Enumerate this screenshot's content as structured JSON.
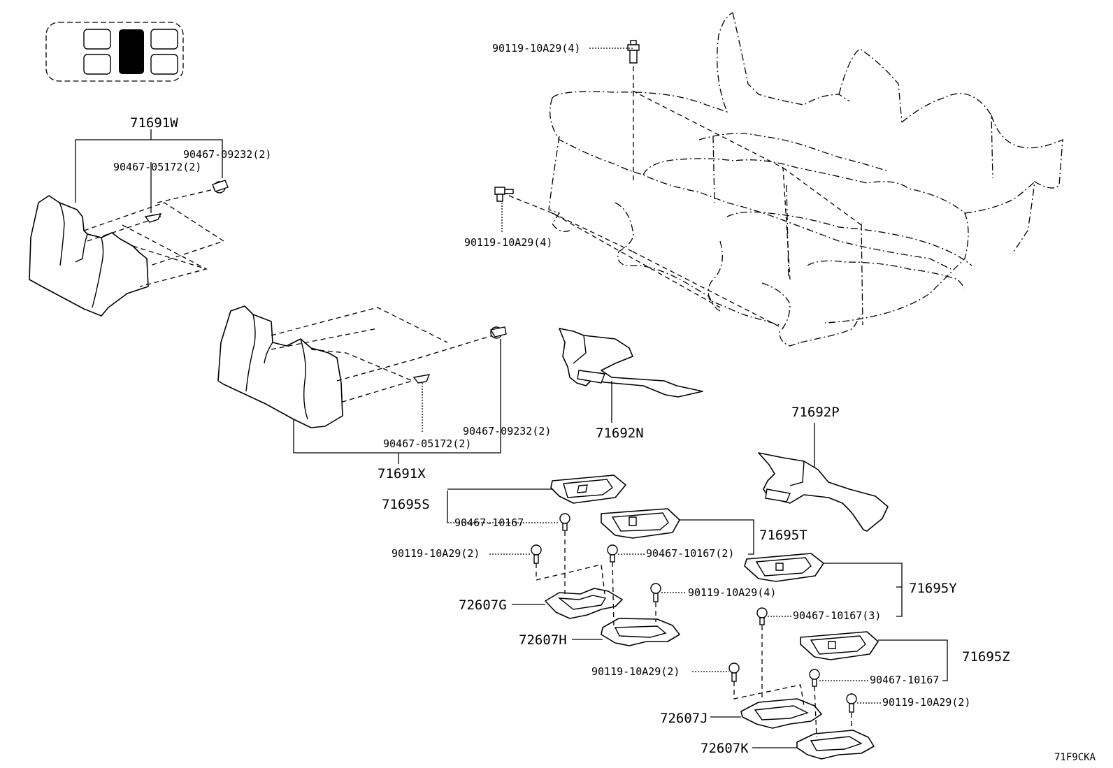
{
  "diagram_code": "71F9CKA",
  "parts": {
    "p71691W": "71691W",
    "p90467_09232_a": "90467-09232(2)",
    "p90467_05172_a": "90467-05172(2)",
    "p90119_10A29_top": "90119-10A29(4)",
    "p90119_10A29_left": "90119-10A29(4)",
    "p71692N": "71692N",
    "p90467_09232_b": "90467-09232(2)",
    "p90467_05172_b": "90467-05172(2)",
    "p71691X": "71691X",
    "p71692P": "71692P",
    "p71695S": "71695S",
    "p90467_10167_a": "90467-10167",
    "p71695T": "71695T",
    "p90119_10A29_2a": "90119-10A29(2)",
    "p90467_10167_2": "90467-10167(2)",
    "p71695Y": "71695Y",
    "p90119_10A29_4b": "90119-10A29(4)",
    "p72607G": "72607G",
    "p90467_10167_3": "90467-10167(3)",
    "p72607H": "72607H",
    "p71695Z": "71695Z",
    "p90119_10A29_2b": "90119-10A29(2)",
    "p90467_10167_b": "90467-10167",
    "p72607J": "72607J",
    "p90119_10A29_2c": "90119-10A29(2)",
    "p72607K": "72607K"
  }
}
